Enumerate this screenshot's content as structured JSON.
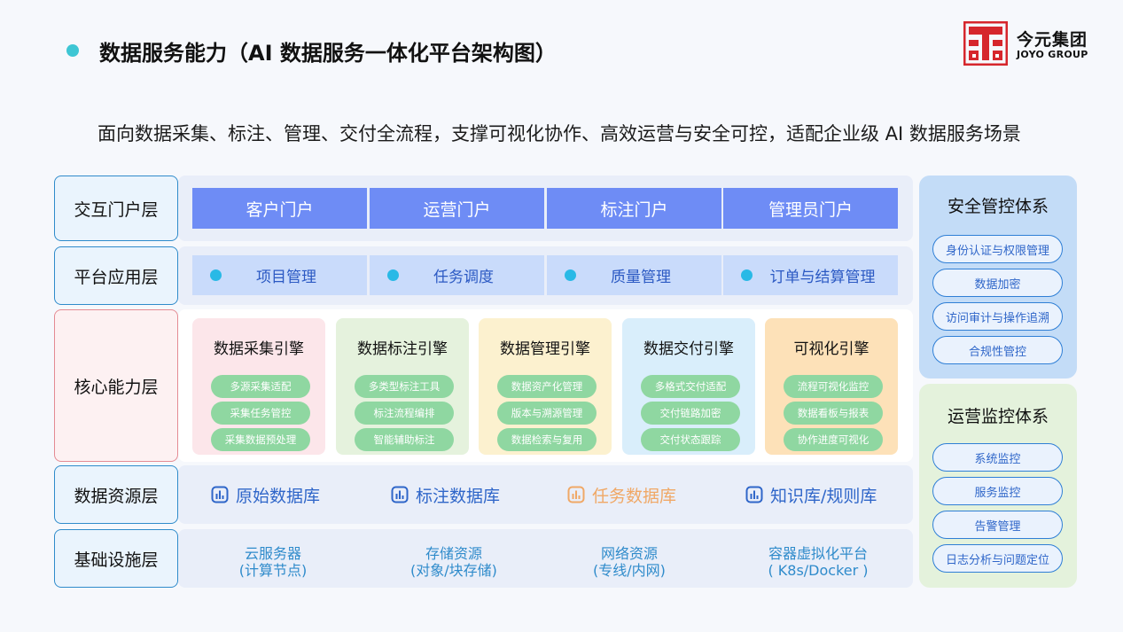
{
  "title": "数据服务能力（AI 数据服务一体化平台架构图）",
  "subtitle": "面向数据采集、标注、管理、交付全流程，支撑可视化协作、高效运营与安全可控，适配企业级 AI 数据服务场景",
  "logo": {
    "name_cn": "今元集团",
    "name_en": "JOYO GROUP",
    "color": "#d6262c"
  },
  "layers": {
    "interaction": {
      "label": "交互门户层",
      "portals": [
        "客户门户",
        "运营门户",
        "标注门户",
        "管理员门户"
      ]
    },
    "application": {
      "label": "平台应用层",
      "apps": [
        "项目管理",
        "任务调度",
        "质量管理",
        "订单与结算管理"
      ]
    },
    "core": {
      "label": "核心能力层",
      "engines": [
        {
          "title": "数据采集引擎",
          "color": "#fce6ea",
          "items": [
            "多源采集适配",
            "采集任务管控",
            "采集数据预处理"
          ]
        },
        {
          "title": "数据标注引擎",
          "color": "#e5f2dd",
          "items": [
            "多类型标注工具",
            "标注流程编排",
            "智能辅助标注"
          ]
        },
        {
          "title": "数据管理引擎",
          "color": "#fcf1cf",
          "items": [
            "数据资产化管理",
            "版本与溯源管理",
            "数据检索与复用"
          ]
        },
        {
          "title": "数据交付引擎",
          "color": "#d9eefb",
          "items": [
            "多格式交付适配",
            "交付链路加密",
            "交付状态跟踪"
          ]
        },
        {
          "title": "可视化引擎",
          "color": "#fde1b8",
          "items": [
            "流程可视化监控",
            "数据看板与报表",
            "协作进度可视化"
          ]
        }
      ]
    },
    "resource": {
      "label": "数据资源层",
      "items": [
        "原始数据库",
        "标注数据库",
        "任务数据库",
        "知识库/规则库"
      ]
    },
    "infrastructure": {
      "label": "基础设施层",
      "items": [
        {
          "name": "云服务器",
          "detail": "(计算节点)"
        },
        {
          "name": "存储资源",
          "detail": "(对象/块存储)"
        },
        {
          "name": "网络资源",
          "detail": "(专线/内网)"
        },
        {
          "name": "容器虚拟化平台",
          "detail": "( K8s/Docker )"
        }
      ]
    }
  },
  "security": {
    "title": "安全管控体系",
    "items": [
      "身份认证与权限管理",
      "数据加密",
      "访问审计与操作追溯",
      "合规性管控"
    ]
  },
  "operations": {
    "title": "运营监控体系",
    "items": [
      "系统监控",
      "服务监控",
      "告警管理",
      "日志分析与问题定位"
    ]
  }
}
